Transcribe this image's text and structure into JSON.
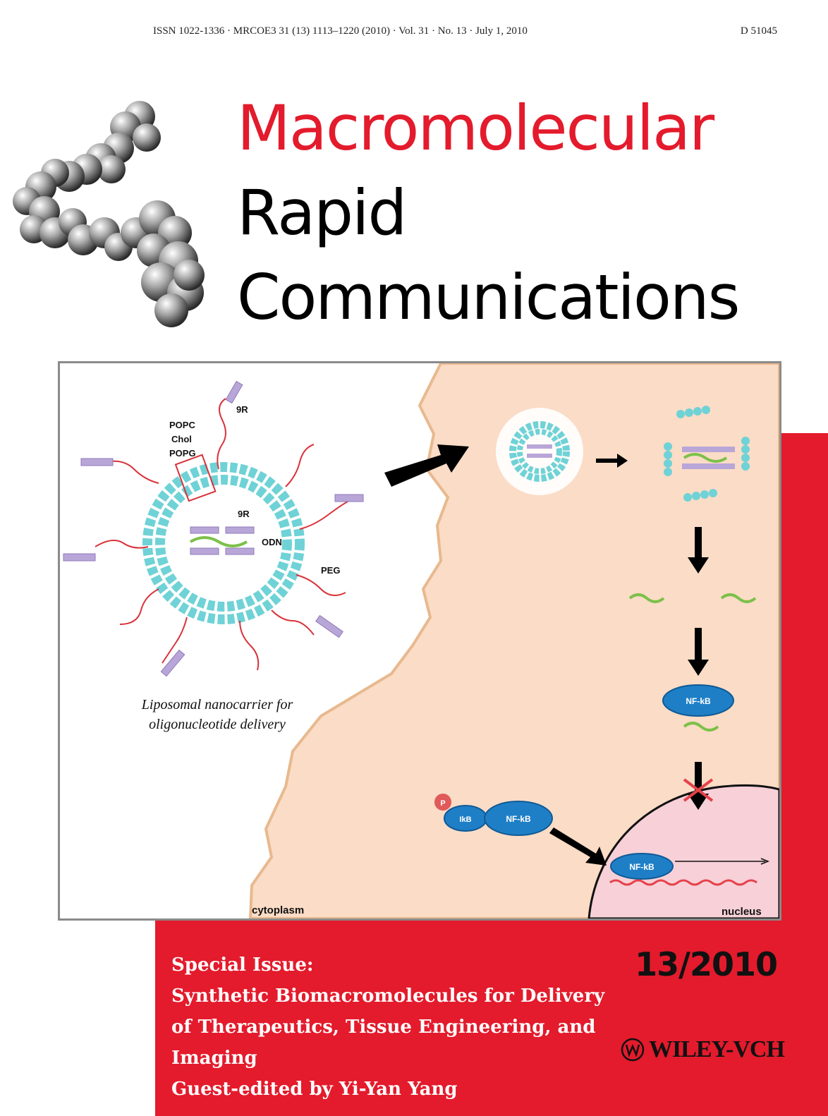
{
  "header": {
    "issn_line": "ISSN 1022-1336 · MRCOE3 31 (13) 1113–1220 (2010) · Vol. 31 · No. 13 · July 1, 2010",
    "code": "D 51045"
  },
  "journal": {
    "line1": "Macromolecular",
    "line2": "Rapid",
    "line3": "Communications"
  },
  "figure": {
    "labels": {
      "r9_top": "9R",
      "popc": "POPC",
      "chol": "Chol",
      "popg": "POPG",
      "r9_inner": "9R",
      "odn": "ODN",
      "peg": "PEG",
      "nfkb_1": "NF-kB",
      "p": "P",
      "ikb": "IkB",
      "nfkb_2": "NF-kB",
      "nfkb_3": "NF-kB",
      "cytoplasm": "cytoplasm",
      "nucleus": "nucleus"
    },
    "caption_line1": "Liposomal nanocarrier for",
    "caption_line2": "oligonucleotide delivery"
  },
  "special_issue": {
    "heading": "Special Issue:",
    "line1": "Synthetic Biomacromolecules for Delivery",
    "line2": "of Therapeutics, Tissue Engineering, and",
    "line3": "Imaging",
    "guest": "Guest-edited by Yi-Yan Yang"
  },
  "issue_number": "13/2010",
  "publisher": "WILEY-VCH",
  "colors": {
    "brand_red": "#e31b2c",
    "cytoplasm": "#fbdcc6",
    "nucleus": "#f7d0d8",
    "lipid": "#6fd2d6",
    "nfkb": "#1f7fc6"
  }
}
